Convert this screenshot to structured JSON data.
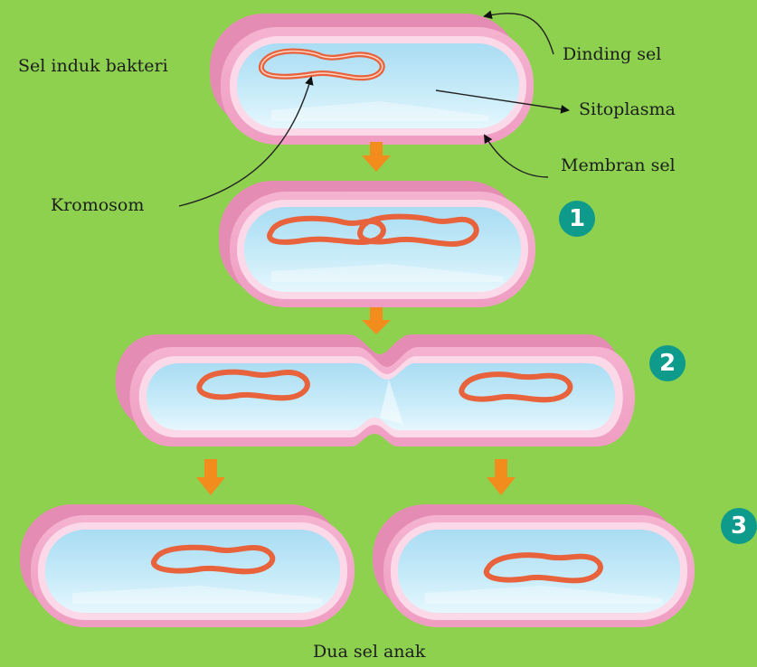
{
  "labels": {
    "parent_cell": "Sel induk bakteri",
    "cell_wall": "Dinding sel",
    "cytoplasm": "Sitoplasma",
    "cell_membrane": "Membran sel",
    "chromosome": "Kromosom",
    "daughter_cells": "Dua sel anak"
  },
  "steps": [
    "1",
    "2",
    "3"
  ],
  "colors": {
    "background": "#8dd14f",
    "cell_wall": "#f2a6c8",
    "cell_wall_dark": "#e58cb4",
    "membrane": "#fbd9e8",
    "cytoplasm": "#bfe6f7",
    "chromosome": "#e8623c",
    "arrow": "#f28c1d",
    "step_badge": "#0f9b8b"
  }
}
